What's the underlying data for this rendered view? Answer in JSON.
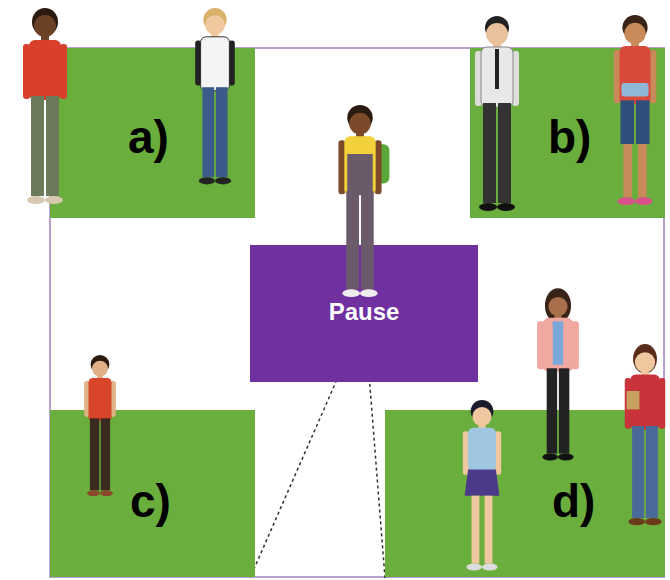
{
  "diagram": {
    "nodes": [
      {
        "text": [
          "a)"
        ]
      },
      {
        "text": [
          "b)"
        ]
      },
      {
        "text": [
          "Pause"
        ]
      },
      {
        "text": [
          "c)"
        ]
      },
      {
        "text": [
          "d)"
        ]
      }
    ]
  }
}
